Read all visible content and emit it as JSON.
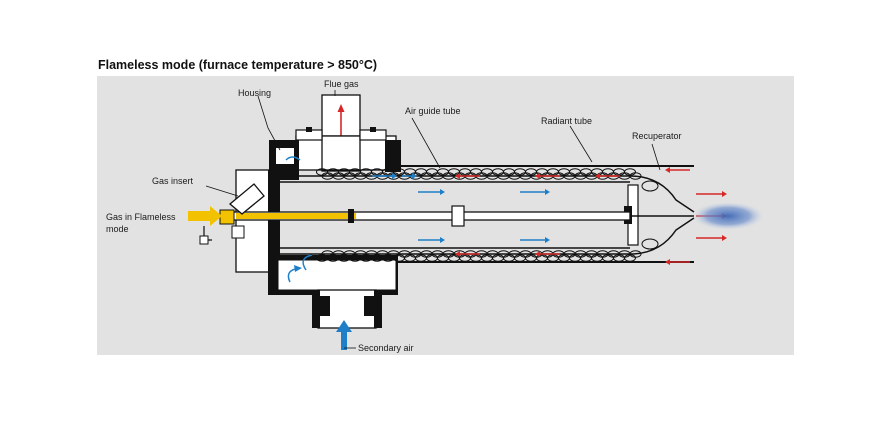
{
  "title": "Flameless mode (furnace temperature > 850°C)",
  "labels": {
    "flue_gas": "Flue gas",
    "housing": "Housing",
    "air_guide_tube": "Air guide tube",
    "radiant_tube": "Radiant tube",
    "recuperator": "Recuperator",
    "gas_insert": "Gas insert",
    "gas_in_flameless_line1": "Gas in Flameless",
    "gas_in_flameless_line2": "mode",
    "secondary_air": "Secondary air"
  },
  "colors": {
    "panel_background": "#e2e2e2",
    "flue_gas_arrow": "#d62828",
    "air_arrow": "#1e7fc8",
    "gas_supply": "#f2c200",
    "flame": "#5a7fbf",
    "outline": "#111111"
  }
}
